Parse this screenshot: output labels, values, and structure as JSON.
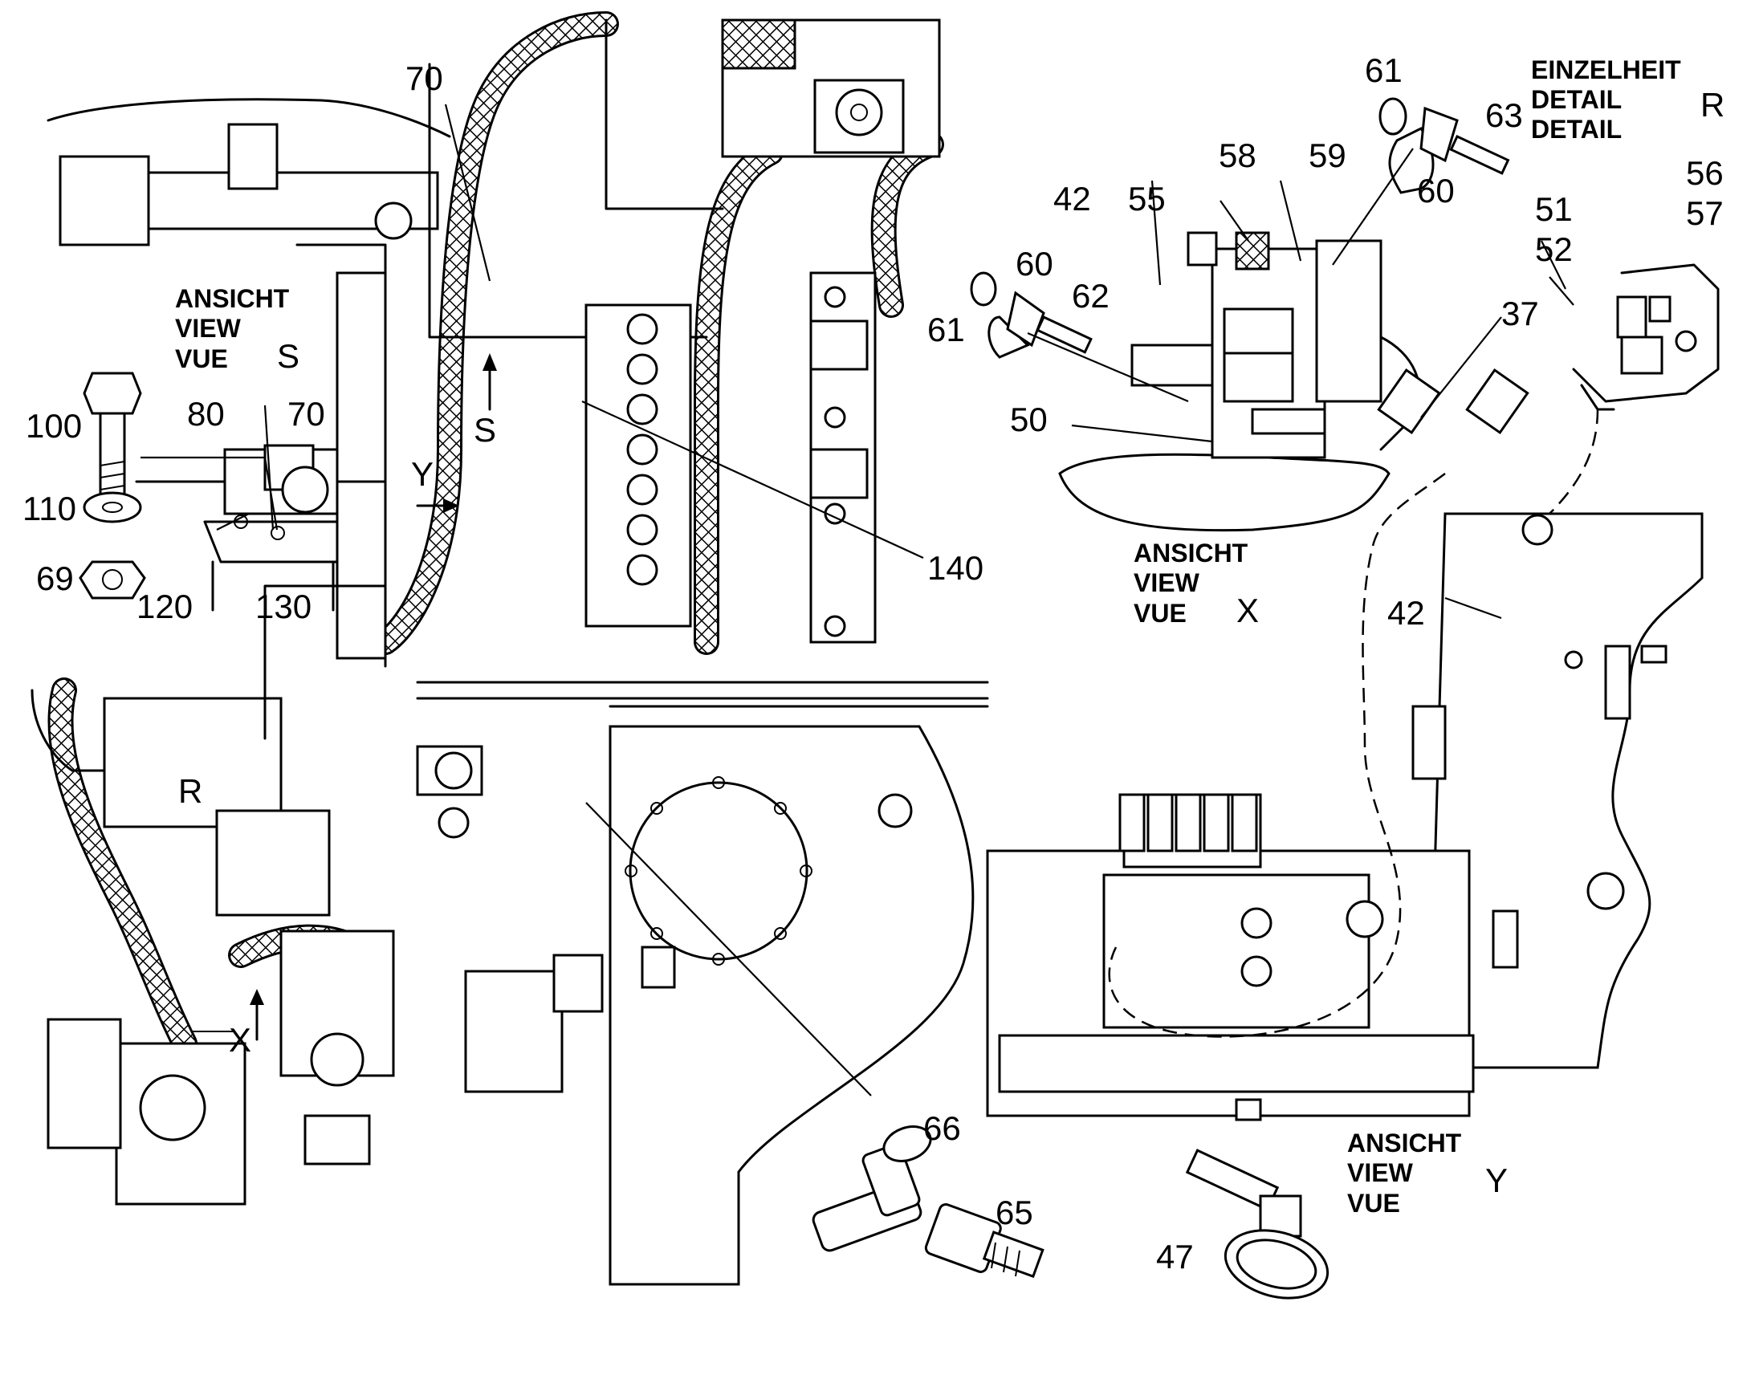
{
  "callouts": {
    "c70_top": "70",
    "c61_top": "61",
    "c63": "63",
    "c58": "58",
    "c59": "59",
    "c60_right": "60",
    "c42_top": "42",
    "c55": "55",
    "c60_left": "60",
    "c62": "62",
    "c61_left": "61",
    "c56": "56",
    "c57": "57",
    "c51": "51",
    "c52": "52",
    "c37": "37",
    "c50": "50",
    "c100": "100",
    "c80": "80",
    "c70_detail": "70",
    "c110": "110",
    "c69": "69",
    "c120": "120",
    "c130": "130",
    "c140": "140",
    "c42_right": "42",
    "c66": "66",
    "c65": "65",
    "c47": "47"
  },
  "views": {
    "detail_r": {
      "line1": "EINZELHEIT",
      "line2": "DETAIL",
      "line3": "DETAIL",
      "letter": "R"
    },
    "view_s": {
      "line1": "ANSICHT",
      "line2": "VIEW",
      "line3": "VUE",
      "letter": "S"
    },
    "view_x": {
      "line1": "ANSICHT",
      "line2": "VIEW",
      "line3": "VUE",
      "letter": "X"
    },
    "view_y": {
      "line1": "ANSICHT",
      "line2": "VIEW",
      "line3": "VUE",
      "letter": "Y"
    }
  },
  "markers": {
    "s_arrow": "S",
    "y_arrow": "Y",
    "x_arrow": "X",
    "r_mark": "R"
  }
}
